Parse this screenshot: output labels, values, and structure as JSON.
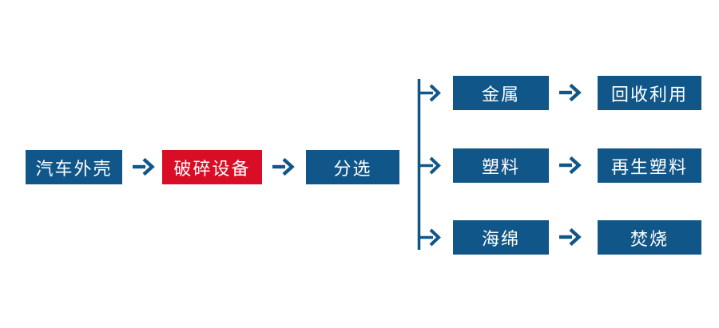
{
  "diagram": {
    "type": "flowchart",
    "direction": "left-to-right",
    "main_flow": [
      {
        "id": "car-shell",
        "label": "汽车外壳",
        "color": "#115688"
      },
      {
        "id": "crushing-equipment",
        "label": "破碎设备",
        "color": "#D90D25"
      },
      {
        "id": "sorting",
        "label": "分选",
        "color": "#115688"
      }
    ],
    "branches": [
      {
        "material": "金属",
        "outcome": "回收利用"
      },
      {
        "material": "塑料",
        "outcome": "再生塑料"
      },
      {
        "material": "海绵",
        "outcome": "焚烧"
      }
    ],
    "icons": {
      "arrow": "arrow-right-icon",
      "connector": "branch-connector-line"
    },
    "colors": {
      "node_blue": "#115688",
      "node_red": "#D90D25",
      "arrow_blue": "#115688",
      "text": "#FFFFFF",
      "background": "#FFFFFF"
    }
  }
}
